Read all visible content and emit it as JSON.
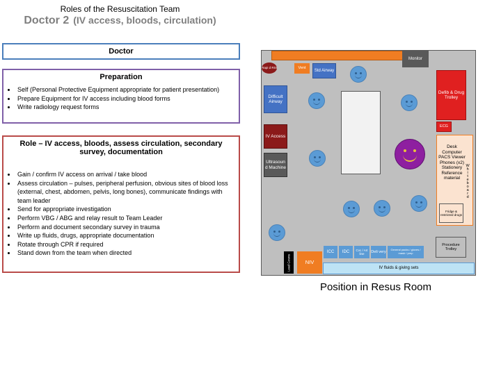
{
  "header": {
    "top": "Roles of the Resuscitation Team",
    "main": "Doctor 2",
    "sub": "(IV access, bloods, circulation)"
  },
  "doctor_box": {
    "title": "Doctor"
  },
  "preparation": {
    "title": "Preparation",
    "items": [
      "Self (Personal Protective Equipment appropriate for patient presentation)",
      "Prepare Equipment for IV access including blood forms",
      "Write radiology request forms"
    ]
  },
  "role": {
    "title": "Role – IV access, bloods, assess circulation, secondary survey, documentation",
    "items": [
      "Gain / confirm IV access on arrival / take blood",
      "Assess circulation – pulses, peripheral perfusion, obvious sites of blood loss (external, chest, abdomen, pelvis, long bones), communicate findings with team leader",
      "Send for appropriate investigation",
      "Perform VBG / ABG and relay result to Team Leader",
      "Perform and document secondary survey in trauma",
      "Write up fluids, drugs, appropriate documentation",
      "Rotate through CPR if required",
      "Stand down from the team when directed"
    ]
  },
  "room": {
    "monitor": "Monitor",
    "rapid_rsi": "Rapi d RSI",
    "vent": "Vent",
    "std_airway": "Std Airway",
    "difficult_airway": "Difficult Airway",
    "iv_access": "IV Access",
    "ultrasound": "Ultrasoun d Machine",
    "defib": "Defib & Drug Trolley",
    "ecg": "ECG",
    "desk": "Desk Computer PACS Viewer Phones (x2) Stationery Reference material",
    "whiteboard": "Whiteboard",
    "fridge": "Fridge & restricted drugs",
    "procedure_trolley": "Procedure Trolley",
    "lead_gowns": "Lead Gowns",
    "niv": "NIV",
    "icc": "ICC",
    "idc": "IDC",
    "cvc": "Cvc / Art line",
    "delivery": "Deli very",
    "general_packs": "General packs / gloves / mask / prep",
    "iv_fluids": "IV fluids & giving sets"
  },
  "caption": "Position in Resus Room",
  "colors": {
    "orange": "#f07d22",
    "blue": "#4472c4",
    "red": "#e02020",
    "darkred": "#8b1a1a",
    "grey": "#595959",
    "lightblue": "#9dc3e6"
  }
}
